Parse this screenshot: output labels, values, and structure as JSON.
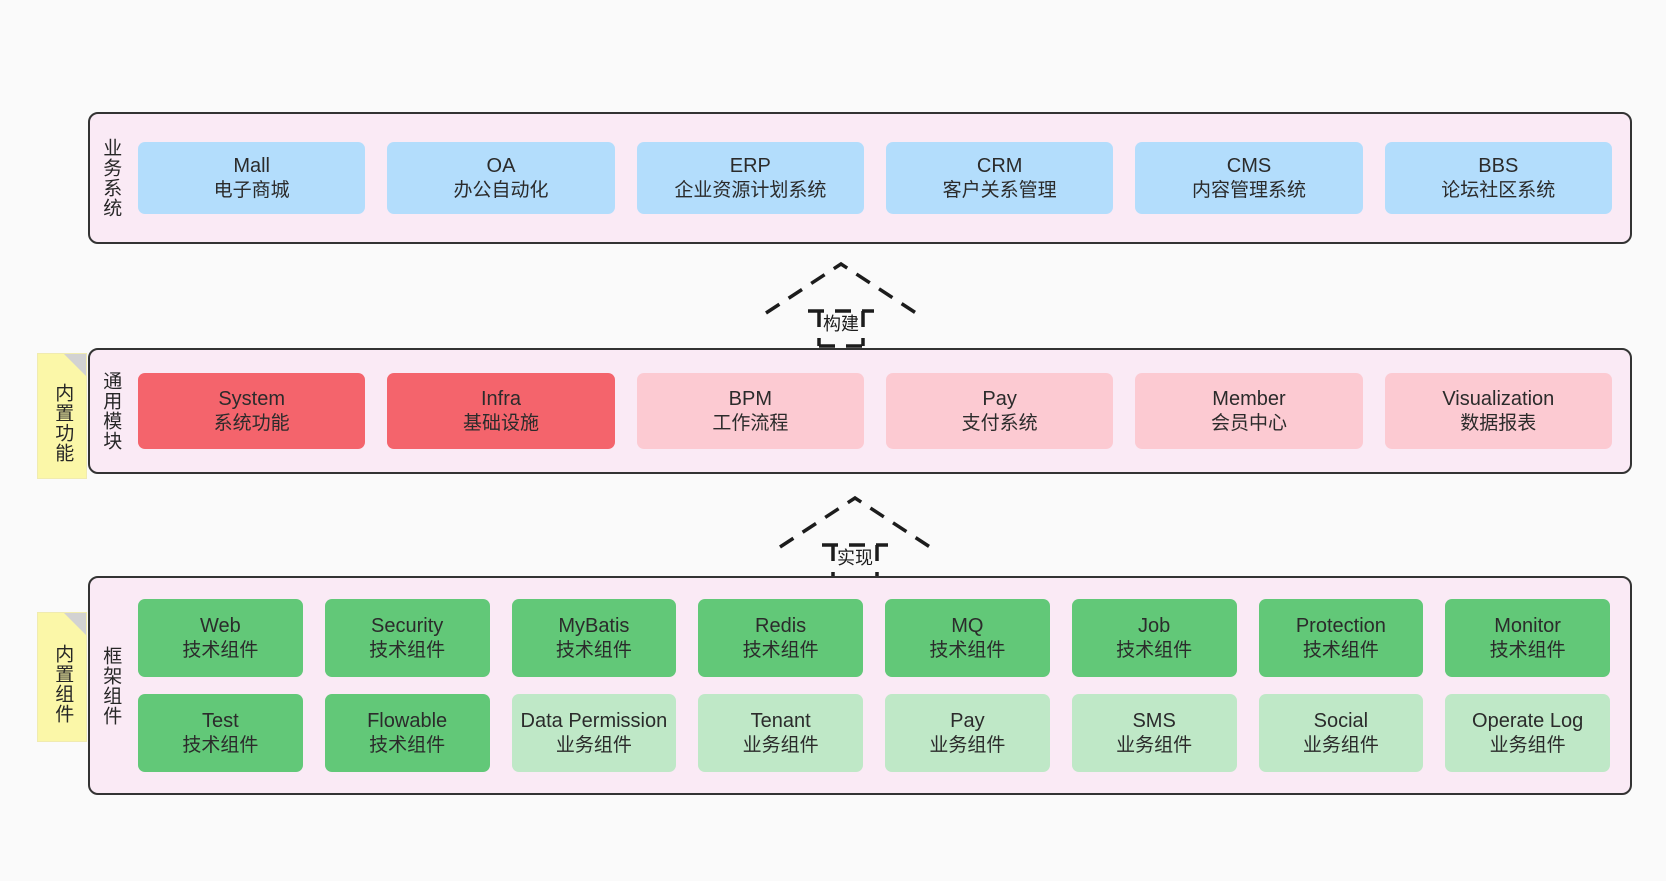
{
  "diagram": {
    "background_color": "#fafafa",
    "panel_color": "#faeaf5",
    "border_color": "#333333",
    "sticky_color": "#fbf7a8",
    "colors": {
      "blue": "#b3ddfc",
      "red": "#f4646c",
      "pink": "#fccad2",
      "green": "#62c878",
      "palegreen": "#bfe8c7"
    }
  },
  "layers": {
    "business": {
      "label": "业务系统",
      "rows": [
        [
          {
            "title": "Mall",
            "sub": "电子商城",
            "color": "blue"
          },
          {
            "title": "OA",
            "sub": "办公自动化",
            "color": "blue"
          },
          {
            "title": "ERP",
            "sub": "企业资源计划系统",
            "color": "blue"
          },
          {
            "title": "CRM",
            "sub": "客户关系管理",
            "color": "blue"
          },
          {
            "title": "CMS",
            "sub": "内容管理系统",
            "color": "blue"
          },
          {
            "title": "BBS",
            "sub": "论坛社区系统",
            "color": "blue"
          }
        ]
      ]
    },
    "common": {
      "label": "通用模块",
      "sticky": "内置功能",
      "rows": [
        [
          {
            "title": "System",
            "sub": "系统功能",
            "color": "red"
          },
          {
            "title": "Infra",
            "sub": "基础设施",
            "color": "red"
          },
          {
            "title": "BPM",
            "sub": "工作流程",
            "color": "pink"
          },
          {
            "title": "Pay",
            "sub": "支付系统",
            "color": "pink"
          },
          {
            "title": "Member",
            "sub": "会员中心",
            "color": "pink"
          },
          {
            "title": "Visualization",
            "sub": "数据报表",
            "color": "pink"
          }
        ]
      ]
    },
    "framework": {
      "label": "框架组件",
      "sticky": "内置组件",
      "rows": [
        [
          {
            "title": "Web",
            "sub": "技术组件",
            "color": "green"
          },
          {
            "title": "Security",
            "sub": "技术组件",
            "color": "green"
          },
          {
            "title": "MyBatis",
            "sub": "技术组件",
            "color": "green"
          },
          {
            "title": "Redis",
            "sub": "技术组件",
            "color": "green"
          },
          {
            "title": "MQ",
            "sub": "技术组件",
            "color": "green"
          },
          {
            "title": "Job",
            "sub": "技术组件",
            "color": "green"
          },
          {
            "title": "Protection",
            "sub": "技术组件",
            "color": "green"
          },
          {
            "title": "Monitor",
            "sub": "技术组件",
            "color": "green"
          }
        ],
        [
          {
            "title": "Test",
            "sub": "技术组件",
            "color": "green"
          },
          {
            "title": "Flowable",
            "sub": "技术组件",
            "color": "green"
          },
          {
            "title": "Data Permission",
            "sub": "业务组件",
            "color": "palegreen"
          },
          {
            "title": "Tenant",
            "sub": "业务组件",
            "color": "palegreen"
          },
          {
            "title": "Pay",
            "sub": "业务组件",
            "color": "palegreen"
          },
          {
            "title": "SMS",
            "sub": "业务组件",
            "color": "palegreen"
          },
          {
            "title": "Social",
            "sub": "业务组件",
            "color": "palegreen"
          },
          {
            "title": "Operate Log",
            "sub": "业务组件",
            "color": "palegreen"
          }
        ]
      ]
    }
  },
  "connectors": [
    {
      "label": "构建",
      "from": "common",
      "to": "business"
    },
    {
      "label": "实现",
      "from": "framework",
      "to": "common"
    }
  ]
}
